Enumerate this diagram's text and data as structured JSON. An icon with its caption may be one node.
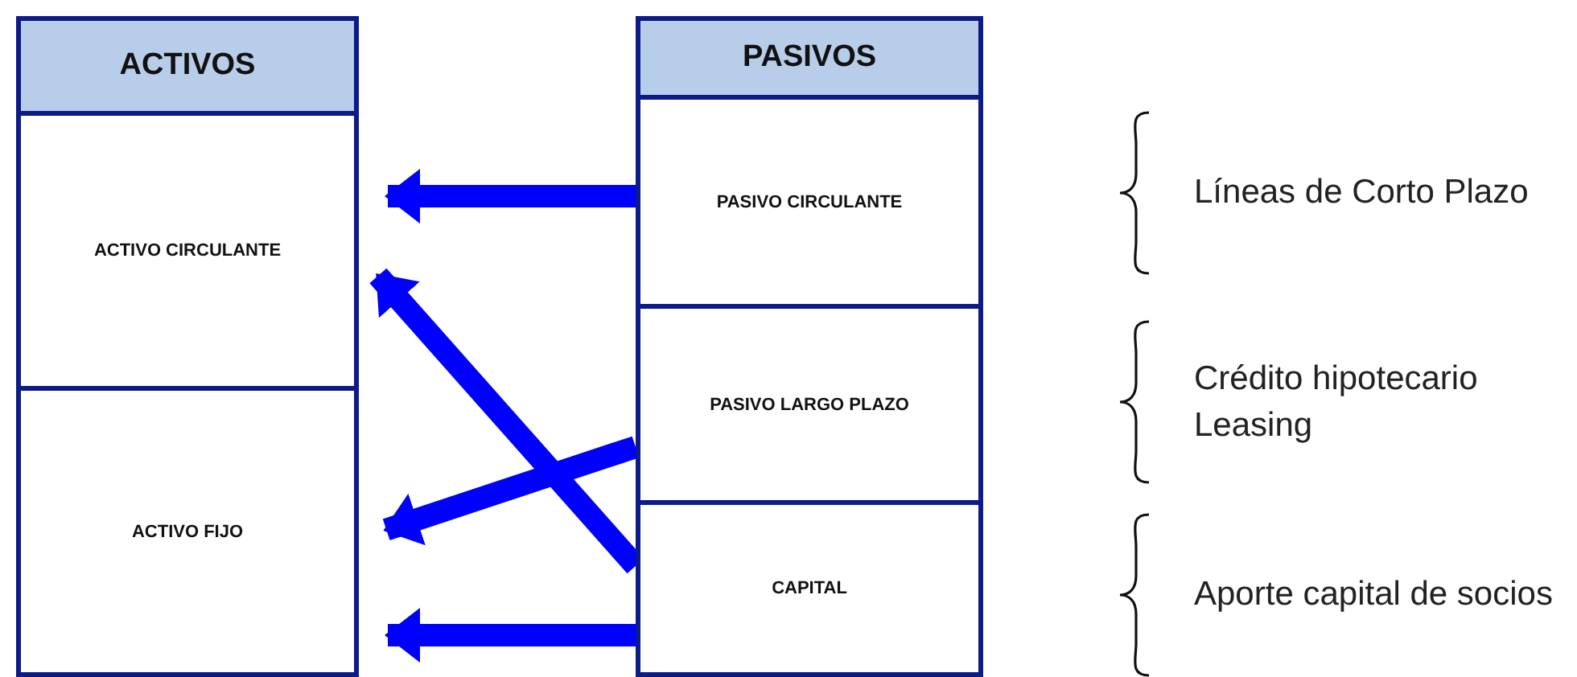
{
  "diagram": {
    "nodes": [
      {
        "text": [
          "ACTIVOS"
        ]
      },
      {
        "text": [
          "ACTIVO CIRCULANTE"
        ]
      },
      {
        "text": [
          "ACTIVO FIJO"
        ]
      },
      {
        "text": [
          "PASIVOS"
        ]
      },
      {
        "text": [
          "PASIVO CIRCULANTE"
        ]
      },
      {
        "text": [
          "PASIVO LARGO PLAZO"
        ]
      },
      {
        "text": [
          "CAPITAL"
        ]
      }
    ],
    "edges": [
      {
        "from": 4,
        "to": 1,
        "arrow": "to"
      },
      {
        "from": 6,
        "to": 1,
        "arrow": "to"
      },
      {
        "from": 5,
        "to": 2,
        "arrow": "to"
      },
      {
        "from": 6,
        "to": 2,
        "arrow": "to"
      }
    ],
    "labels": [
      "Líneas de Corto Plazo",
      "Crédito hipotecario",
      "Leasing",
      "Aporte capital de socios"
    ]
  }
}
